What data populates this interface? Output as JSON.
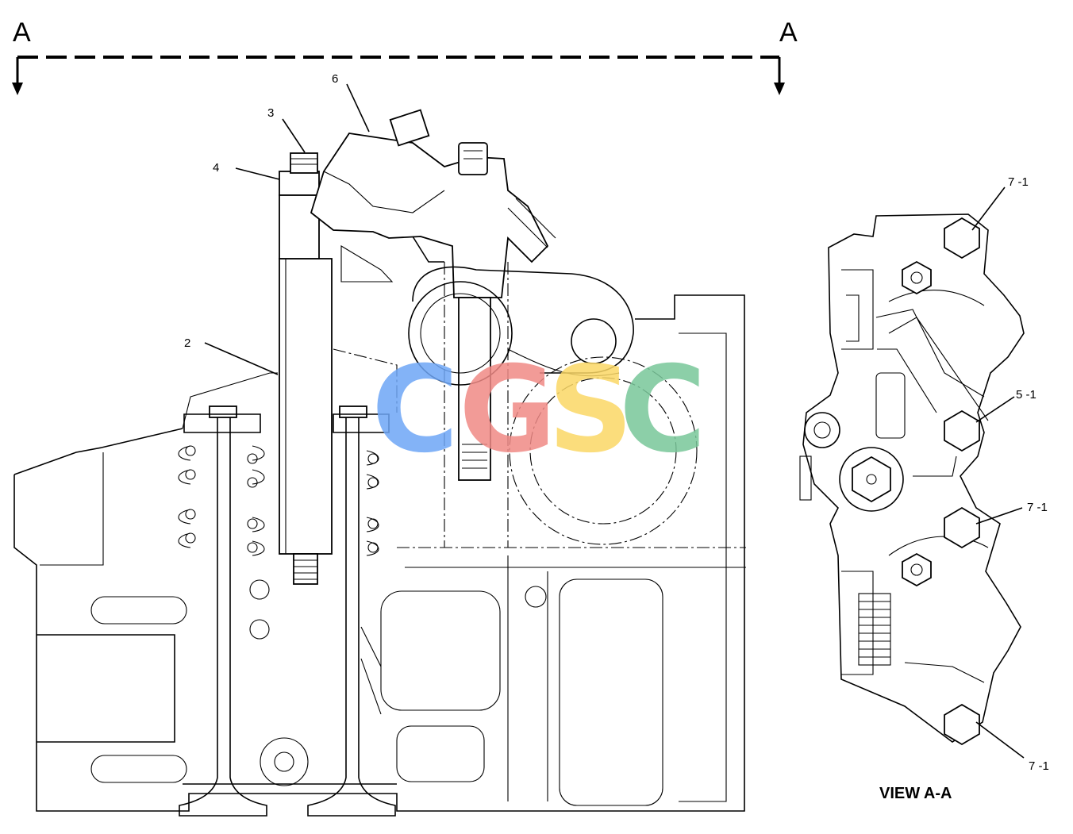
{
  "section_markers": {
    "left": "A",
    "right": "A"
  },
  "callouts": {
    "c2": "2",
    "c3": "3",
    "c4": "4",
    "c6": "6",
    "c7_1_top": "7 -1",
    "c5_1": "5 -1",
    "c7_1_mid": "7 -1",
    "c7_1_bottom": "7 -1"
  },
  "view_title": "VIEW A-A",
  "watermark": {
    "letters": [
      "C",
      "G",
      "S",
      "C"
    ],
    "colors": [
      "#6ea6f6",
      "#f08a86",
      "#fbd866",
      "#79c79a"
    ]
  }
}
